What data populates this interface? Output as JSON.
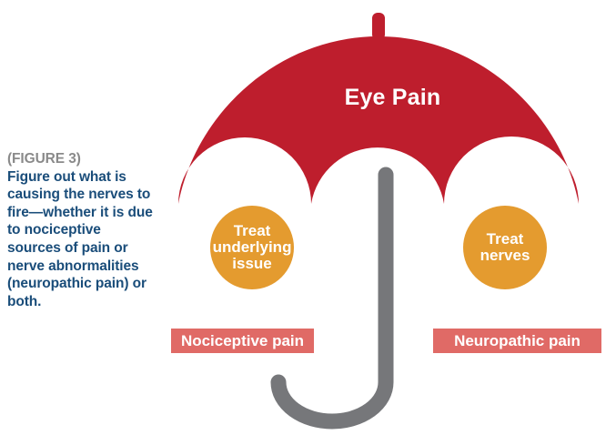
{
  "caption": {
    "figure_label": "(FIGURE 3)",
    "text": "Figure out what is causing the nerves to fire—whether it is due to nociceptive sources of pain or nerve abnormalities (neuropathic pain) or both."
  },
  "umbrella": {
    "title": "Eye Pain"
  },
  "branches": [
    {
      "action": "Treat underlying issue",
      "pain_type": "Nociceptive pain"
    },
    {
      "action": "Treat nerves",
      "pain_type": "Neuropathic pain"
    }
  ],
  "colors": {
    "canopy": "#be1e2d",
    "handle": "#76777a",
    "circle": "#e49b2f",
    "label": "#e06a66",
    "caption_label": "#8a8a8a",
    "caption_text": "#1a4d7a"
  }
}
